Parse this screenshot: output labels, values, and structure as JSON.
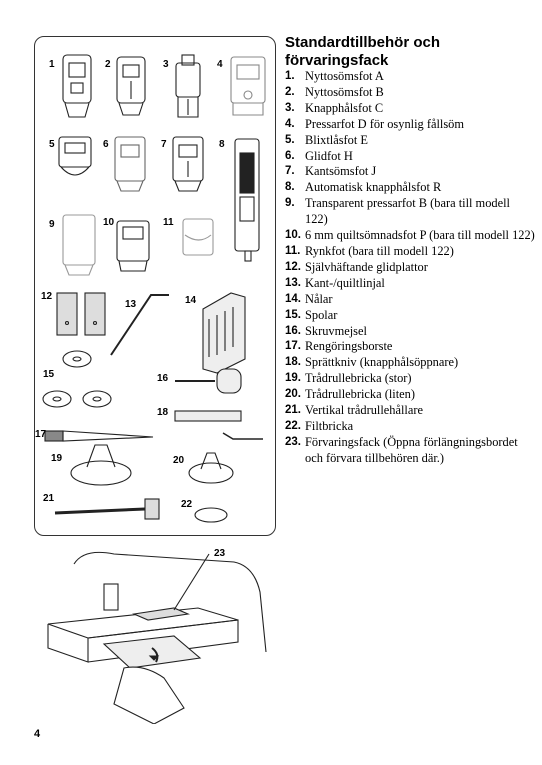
{
  "title_line1": "Standardtillbehör och",
  "title_line2": "förvaringsfack",
  "items": [
    {
      "num": "1.",
      "text": "Nyttosömsfot A"
    },
    {
      "num": "2.",
      "text": "Nyttosömsfot B"
    },
    {
      "num": "3.",
      "text": "Knapphålsfot C"
    },
    {
      "num": "4.",
      "text": "Pressarfot D för osynlig fållsöm"
    },
    {
      "num": "5.",
      "text": "Blixtlåsfot E"
    },
    {
      "num": "6.",
      "text": "Glidfot H"
    },
    {
      "num": "7.",
      "text": "Kantsömsfot J"
    },
    {
      "num": "8.",
      "text": "Automatisk knapphålsfot R"
    },
    {
      "num": "9.",
      "text": "Transparent pressarfot B (bara till modell 122)"
    },
    {
      "num": "10.",
      "text": "6 mm quiltsömnadsfot P (bara till modell 122)"
    },
    {
      "num": "11.",
      "text": "Rynkfot (bara till modell 122)"
    },
    {
      "num": "12.",
      "text": "Självhäftande glidplattor"
    },
    {
      "num": "13.",
      "text": "Kant-/quiltlinjal"
    },
    {
      "num": "14.",
      "text": "Nålar"
    },
    {
      "num": "15.",
      "text": "Spolar"
    },
    {
      "num": "16.",
      "text": "Skruvmejsel"
    },
    {
      "num": "17.",
      "text": "Rengöringsborste"
    },
    {
      "num": "18.",
      "text": "Sprättkniv (knapphålsöppnare)"
    },
    {
      "num": "19.",
      "text": "Trådrullebricka (stor)"
    },
    {
      "num": "20.",
      "text": "Trådrullebricka (liten)"
    },
    {
      "num": "21.",
      "text": "Vertikal trådrullehållare"
    },
    {
      "num": "22.",
      "text": "Filtbricka"
    },
    {
      "num": "23.",
      "text": "Förvaringsfack (Öppna förlängningsbordet och förvara tillbehören där.)"
    }
  ],
  "figure_labels": {
    "l1": "1",
    "l2": "2",
    "l3": "3",
    "l4": "4",
    "l5": "5",
    "l6": "6",
    "l7": "7",
    "l8": "8",
    "l9": "9",
    "l10": "10",
    "l11": "11",
    "l12": "12",
    "l13": "13",
    "l14": "14",
    "l15": "15",
    "l16": "16",
    "l17": "17",
    "l18": "18",
    "l19": "19",
    "l20": "20",
    "l21": "21",
    "l22": "22",
    "l23": "23"
  },
  "page_number": "4"
}
